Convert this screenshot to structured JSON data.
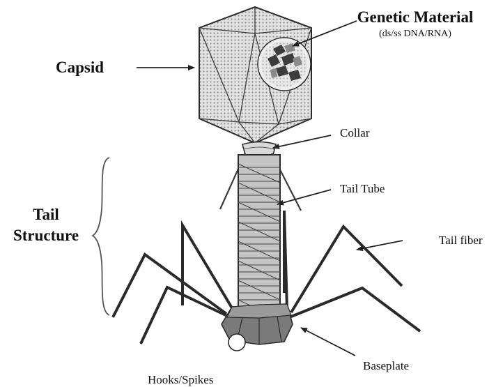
{
  "labels": {
    "genetic_material": "Genetic Material",
    "genetic_material_sub": "(ds/ss DNA/RNA)",
    "capsid": "Capsid",
    "collar": "Collar",
    "tail_tube": "Tail Tube",
    "tail_structure_line1": "Tail",
    "tail_structure_line2": "Structure",
    "tail_fiber": "Tail fiber",
    "baseplate": "Baseplate",
    "hooks_spikes": "Hooks/Spikes"
  },
  "colors": {
    "outline": "#2b2b2b",
    "capsid_fill": "#d4d4d4",
    "tail_fill": "#bdbdbd",
    "baseplate_fill": "#7a7a7a",
    "fiber": "#2a2a2a",
    "nucleic_acid": "#3c3c3c"
  }
}
